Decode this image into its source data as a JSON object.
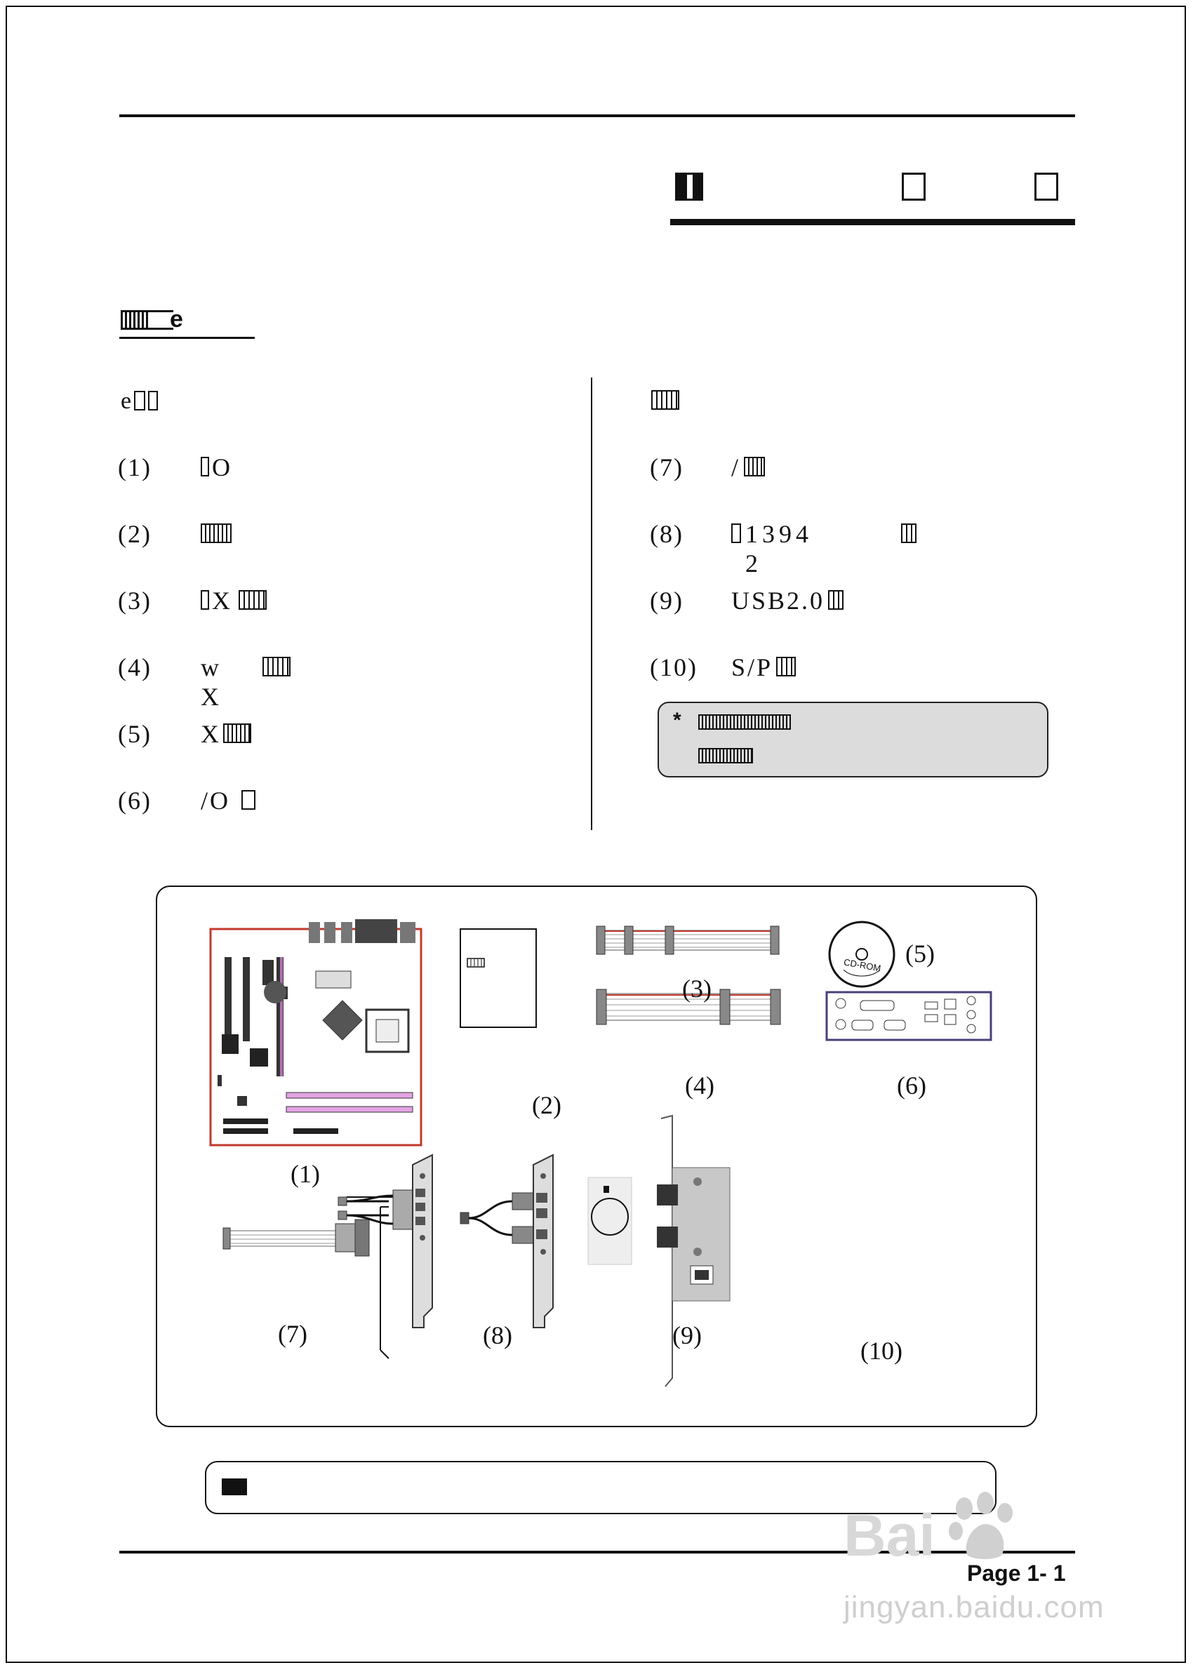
{
  "heading": {
    "section_label": "e"
  },
  "left_column": {
    "header": "e",
    "items": [
      {
        "num": "(1)",
        "text": "O"
      },
      {
        "num": "(2)",
        "text": ""
      },
      {
        "num": "(3)",
        "text": "X"
      },
      {
        "num": "(4)",
        "text": "w X"
      },
      {
        "num": "(5)",
        "text": "X"
      },
      {
        "num": "(6)",
        "text": "/O"
      }
    ]
  },
  "right_column": {
    "items": [
      {
        "num": "(7)",
        "text": "/"
      },
      {
        "num": "(8)",
        "text": "1394 2"
      },
      {
        "num": "(9)",
        "text": "USB2.0"
      },
      {
        "num": "(10)",
        "text": "S/P"
      }
    ],
    "note": {
      "asterisk": "*"
    }
  },
  "figure": {
    "labels": [
      "(1)",
      "(2)",
      "(3)",
      "(4)",
      "(5)",
      "(6)",
      "(7)",
      "(8)",
      "(9)",
      "(10)"
    ],
    "cd_text": "CD-ROM"
  },
  "footer": {
    "page": "Page 1- 1"
  },
  "watermark": {
    "brand": "Bai",
    "site": "jingyan.baidu.com"
  }
}
